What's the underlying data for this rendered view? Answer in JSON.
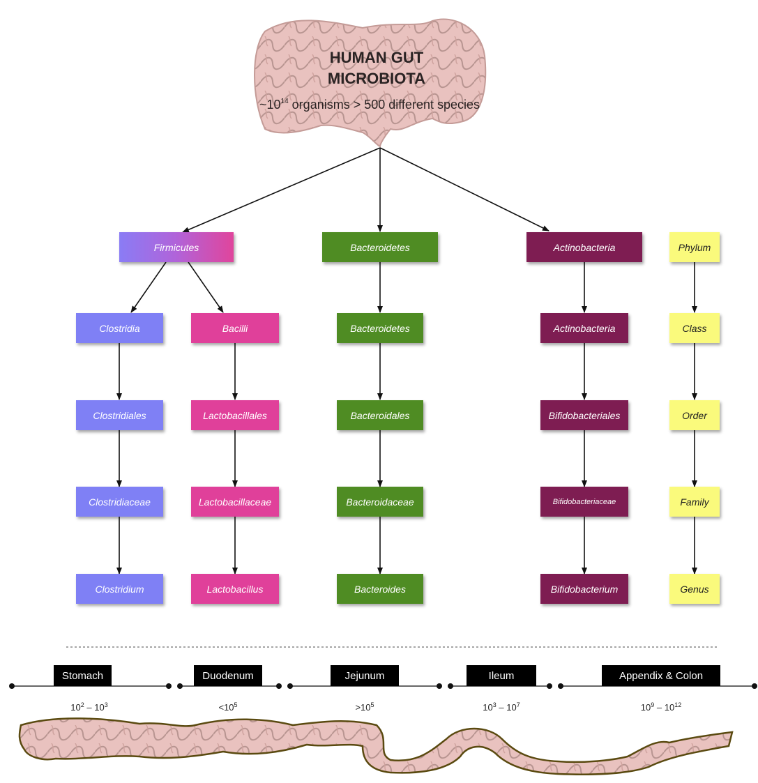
{
  "header": {
    "title_line1": "HUMAN GUT",
    "title_line2": "MICROBIOTA",
    "subtitle_prefix": "~10",
    "subtitle_exp": "14",
    "subtitle_suffix": " organisms > 500 different species"
  },
  "taxonomy": {
    "phylum": {
      "firmicutes": "Firmicutes",
      "bacteroidetes": "Bacteroidetes",
      "actinobacteria": "Actinobacteria",
      "rank": "Phylum"
    },
    "class": {
      "clostridia": "Clostridia",
      "bacilli": "Bacilli",
      "bacteroidetes": "Bacteroidetes",
      "actinobacteria": "Actinobacteria",
      "rank": "Class"
    },
    "order": {
      "clostridiales": "Clostridiales",
      "lactobacillales": "Lactobacillales",
      "bacteroidales": "Bacteroidales",
      "bifidobacteriales": "Bifidobacteriales",
      "rank": "Order"
    },
    "family": {
      "clostridiaceae": "Clostridiaceae",
      "lactobacillaceae": "Lactobacillaceae",
      "bacteroidaceae": "Bacteroidaceae",
      "bifidobacteriaceae": "Bifidobacteriaceae",
      "rank": "Family"
    },
    "genus": {
      "clostridium": "Clostridium",
      "lactobacillus": "Lactobacillus",
      "bacteroides": "Bacteroides",
      "bifidobacterium": "Bifidobacterium",
      "rank": "Genus"
    }
  },
  "colors": {
    "clostridia": "#7f80f5",
    "bacilli": "#e0409a",
    "bacteroidetes": "#4f8c23",
    "actinobacteria": "#7e1d52",
    "rank": "#fafa7c",
    "gut_tissue": "#e8b4b4"
  },
  "regions": [
    {
      "name": "Stomach",
      "count_base": "10",
      "count_exp": "2",
      "count_sep": " – ",
      "count_base2": "10",
      "count_exp2": "3"
    },
    {
      "name": "Duodenum",
      "count_base": "<10",
      "count_exp": "5"
    },
    {
      "name": "Jejunum",
      "count_base": ">10",
      "count_exp": "5"
    },
    {
      "name": "Ileum",
      "count_base": "10",
      "count_exp": "3",
      "count_sep": " – ",
      "count_base2": "10",
      "count_exp2": "7"
    },
    {
      "name": "Appendix & Colon",
      "count_base": "10",
      "count_exp": "9",
      "count_sep": " – ",
      "count_base2": "10",
      "count_exp2": "12"
    }
  ]
}
